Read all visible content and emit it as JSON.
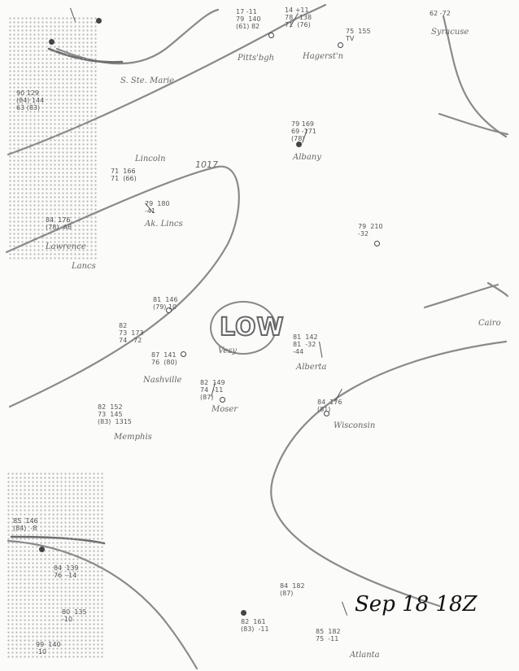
{
  "map": {
    "date_label": "Sep 18 18Z",
    "low_center": "LOW",
    "isobar_labels": [
      "1017"
    ],
    "stations": [
      "S. Ste. Marie",
      "Pitts'bgh",
      "Hagerst'n",
      "Syracuse",
      "Lincoln",
      "Albany",
      "Lawrence",
      "Ak. Lincs",
      "Lancs",
      "Nashville",
      "Moser",
      "Cairo",
      "Alberta",
      "Vesy",
      "Wisconsin",
      "Memphis",
      "Atlanta"
    ],
    "observations": [
      {
        "lines": [
          "17 -11",
          "79  140",
          "(61) 82"
        ]
      },
      {
        "lines": [
          "14 +11",
          "78   138",
          "71  (76)"
        ]
      },
      {
        "lines": [
          "75  155",
          "TV"
        ]
      },
      {
        "lines": [
          "62 -72"
        ]
      },
      {
        "lines": [
          "90 129",
          "(84) 144",
          "63 (83)"
        ]
      },
      {
        "lines": [
          "79 169",
          "69 -171",
          "(78)"
        ]
      },
      {
        "lines": [
          "71  166",
          "71  (66)"
        ]
      },
      {
        "lines": [
          "79  180",
          "-41"
        ]
      },
      {
        "lines": [
          "84  176",
          "(78)  A6"
        ]
      },
      {
        "lines": [
          "79  210",
          "-32"
        ]
      },
      {
        "lines": [
          "82",
          "73  173",
          "74  -72"
        ]
      },
      {
        "lines": [
          "81  146",
          "(79) 10"
        ]
      },
      {
        "lines": [
          "87  141",
          "76  (80)"
        ]
      },
      {
        "lines": [
          "82  149",
          "74  -11",
          "(87)"
        ]
      },
      {
        "lines": [
          "81  142",
          "81  -32",
          "-44"
        ]
      },
      {
        "lines": [
          "84  176",
          "(81)"
        ]
      },
      {
        "lines": [
          "82  152",
          "73  145",
          "(83)  1315"
        ]
      },
      {
        "lines": [
          "85  146",
          "(84)  -8"
        ]
      },
      {
        "lines": [
          "84  139",
          "76  -14"
        ]
      },
      {
        "lines": [
          "80  135",
          "-10"
        ]
      },
      {
        "lines": [
          "99  140",
          "-10"
        ]
      },
      {
        "lines": [
          "84  182",
          "(87)"
        ]
      },
      {
        "lines": [
          "82  161",
          "(83)  -11"
        ]
      },
      {
        "lines": [
          "85  182",
          "75  -11"
        ]
      }
    ]
  }
}
